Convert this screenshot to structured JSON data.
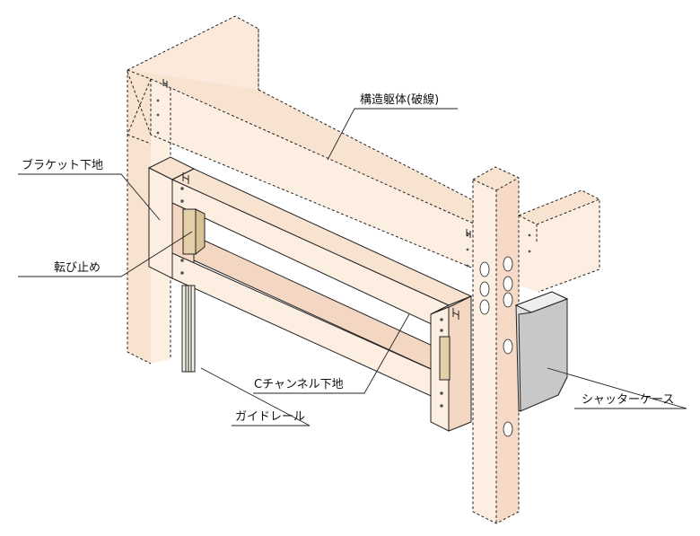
{
  "labels": {
    "structure": "構造躯体(破線)",
    "bracket": "ブラケット下地",
    "stopper": "転び止め",
    "c_channel": "Cチャンネル下地",
    "guide_rail": "ガイドレール",
    "shutter_case": "シャッターケース"
  },
  "colors": {
    "wood_light": "#fdeee2",
    "wood_mid": "#f7dfcc",
    "wood_dark": "#f0cdb4",
    "stopper": "#e3cfa8",
    "case_front": "#c8c8c8",
    "case_side": "#e2e2e2",
    "line": "#222222"
  }
}
